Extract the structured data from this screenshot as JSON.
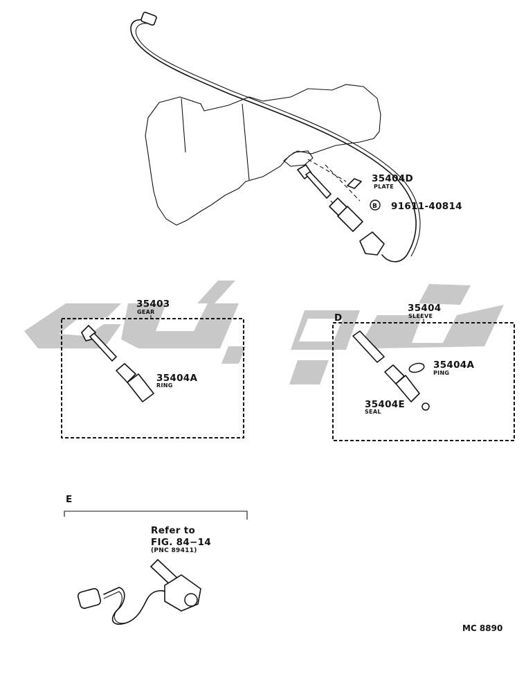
{
  "watermark": {
    "color": "#c8c8c8"
  },
  "main": {
    "callouts": [
      {
        "num": "35404D",
        "name": "PLATE"
      },
      {
        "num": "91611-40814",
        "badge": "B"
      }
    ]
  },
  "box_c": {
    "num": "35403",
    "name": "GEAR",
    "ring": {
      "num": "35404A",
      "name": "RING"
    }
  },
  "box_d": {
    "letter": "D",
    "num": "35404",
    "name": "SLEEVE",
    "ring": {
      "num": "35404A",
      "name": "PING"
    },
    "seal": {
      "num": "35404E",
      "name": "SEAL"
    }
  },
  "box_e": {
    "letter": "E",
    "refer": "Refer to",
    "fig": "FIG. 84−14",
    "pnc": "(PNC 89411)"
  },
  "footer": {
    "code": "MC 8890"
  }
}
